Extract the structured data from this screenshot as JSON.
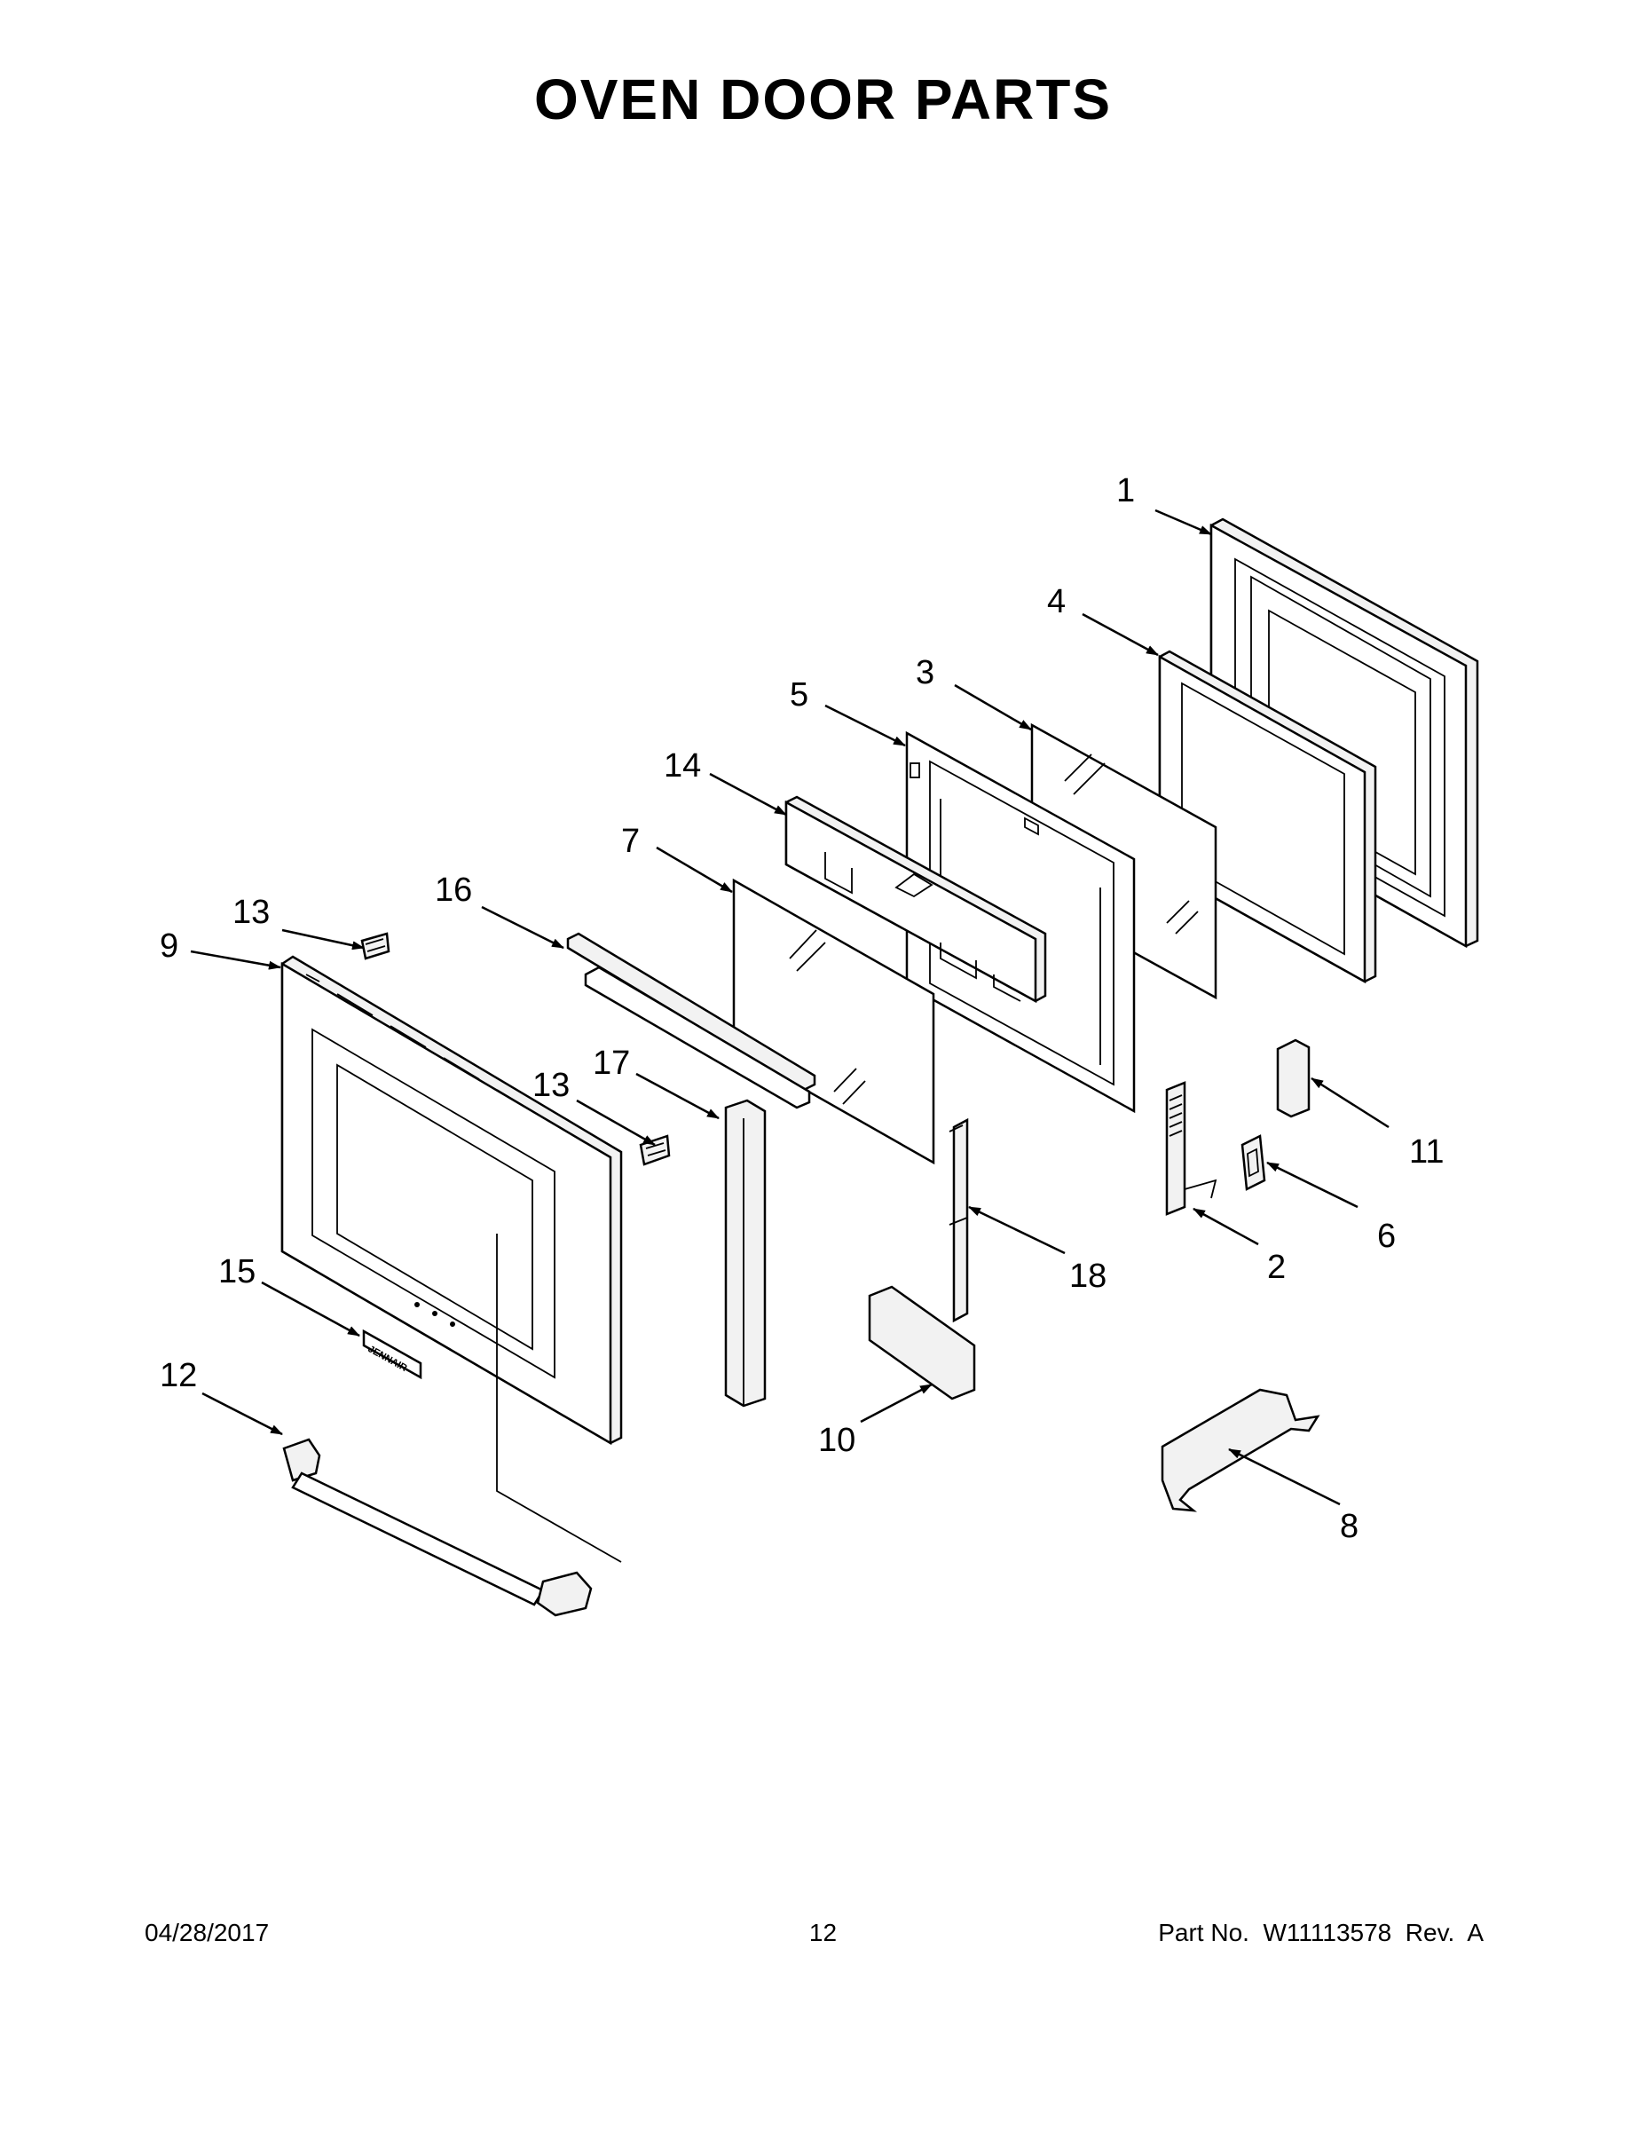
{
  "title": "OVEN DOOR PARTS",
  "footer": {
    "date": "04/28/2017",
    "page": "12",
    "part_no": "Part No.  W11113578  Rev.  A"
  },
  "callouts": {
    "c1": "1",
    "c2": "2",
    "c3": "3",
    "c4": "4",
    "c5": "5",
    "c6": "6",
    "c7": "7",
    "c8": "8",
    "c9": "9",
    "c10": "10",
    "c11": "11",
    "c12": "12",
    "c13a": "13",
    "c13b": "13",
    "c14": "14",
    "c15": "15",
    "c16": "16",
    "c17": "17",
    "c18": "18"
  },
  "brand_badge": "JENNAIR"
}
